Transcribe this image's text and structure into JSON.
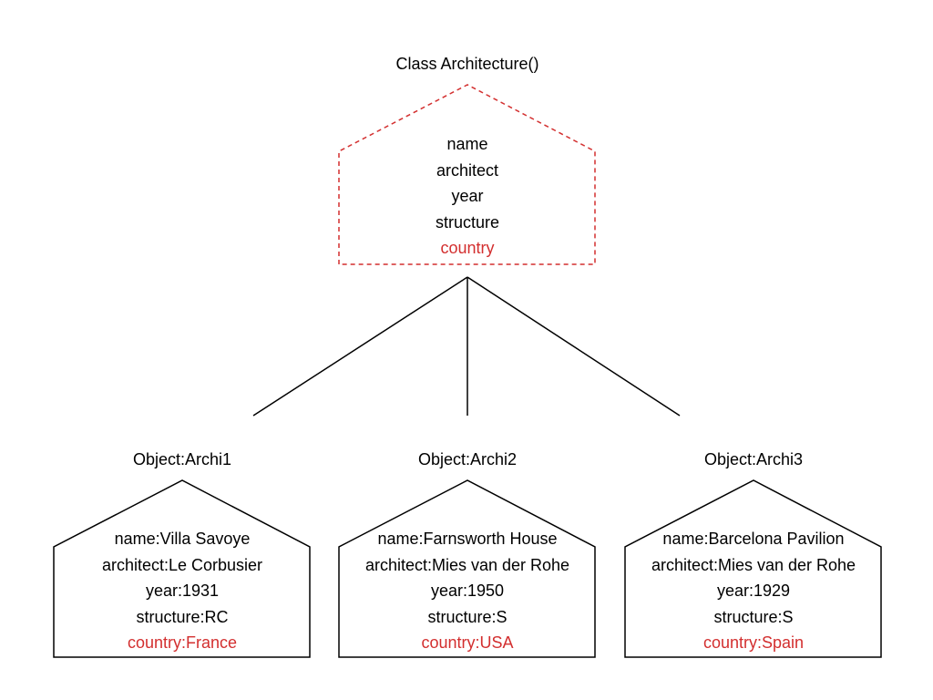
{
  "colors": {
    "accent": "#d32f2f",
    "line": "#000000"
  },
  "class_node": {
    "title": "Class Architecture()",
    "attributes": [
      "name",
      "architect",
      "year",
      "structure"
    ],
    "highlight_attribute": "country"
  },
  "objects": [
    {
      "title": "Object:Archi1",
      "attributes": [
        "name:Villa Savoye",
        "architect:Le Corbusier",
        "year:1931",
        "structure:RC"
      ],
      "highlight_attribute": "country:France"
    },
    {
      "title": "Object:Archi2",
      "attributes": [
        "name:Farnsworth House",
        "architect:Mies van der Rohe",
        "year:1950",
        "structure:S"
      ],
      "highlight_attribute": "country:USA"
    },
    {
      "title": "Object:Archi3",
      "attributes": [
        "name:Barcelona Pavilion",
        "architect:Mies van der Rohe",
        "year:1929",
        "structure:S"
      ],
      "highlight_attribute": "country:Spain"
    }
  ]
}
